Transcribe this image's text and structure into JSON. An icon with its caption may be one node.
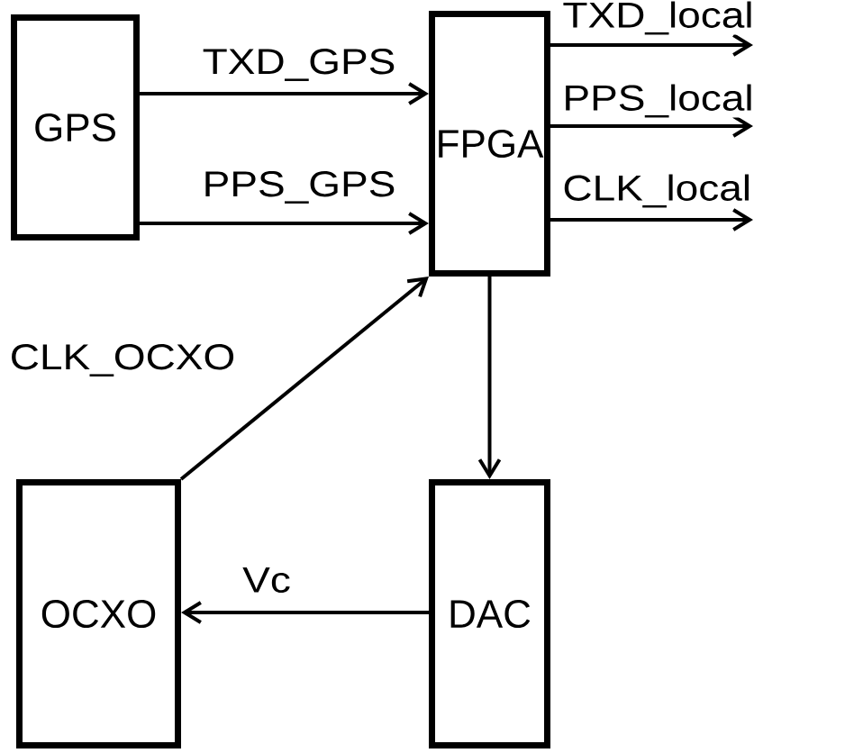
{
  "diagram": {
    "nodes": [
      {
        "text": [
          "GPS"
        ]
      },
      {
        "text": [
          "FPGA"
        ]
      },
      {
        "text": [
          "OCXO"
        ]
      },
      {
        "text": [
          "DAC"
        ]
      }
    ],
    "edges": [
      {
        "from": 0,
        "to": 1,
        "arrow": "to",
        "label": "TXD_GPS"
      },
      {
        "from": 0,
        "to": 1,
        "arrow": "to",
        "label": "PPS_GPS"
      },
      {
        "from": 1,
        "to": null,
        "arrow": "to",
        "label": "TXD_local"
      },
      {
        "from": 1,
        "to": null,
        "arrow": "to",
        "label": "PPS_local"
      },
      {
        "from": 1,
        "to": null,
        "arrow": "to",
        "label": "CLK_local"
      },
      {
        "from": 2,
        "to": 1,
        "arrow": "to",
        "label": "CLK_OCXO"
      },
      {
        "from": 1,
        "to": 3,
        "arrow": "to"
      },
      {
        "from": 3,
        "to": 2,
        "arrow": "to",
        "label": "Vc"
      }
    ]
  }
}
